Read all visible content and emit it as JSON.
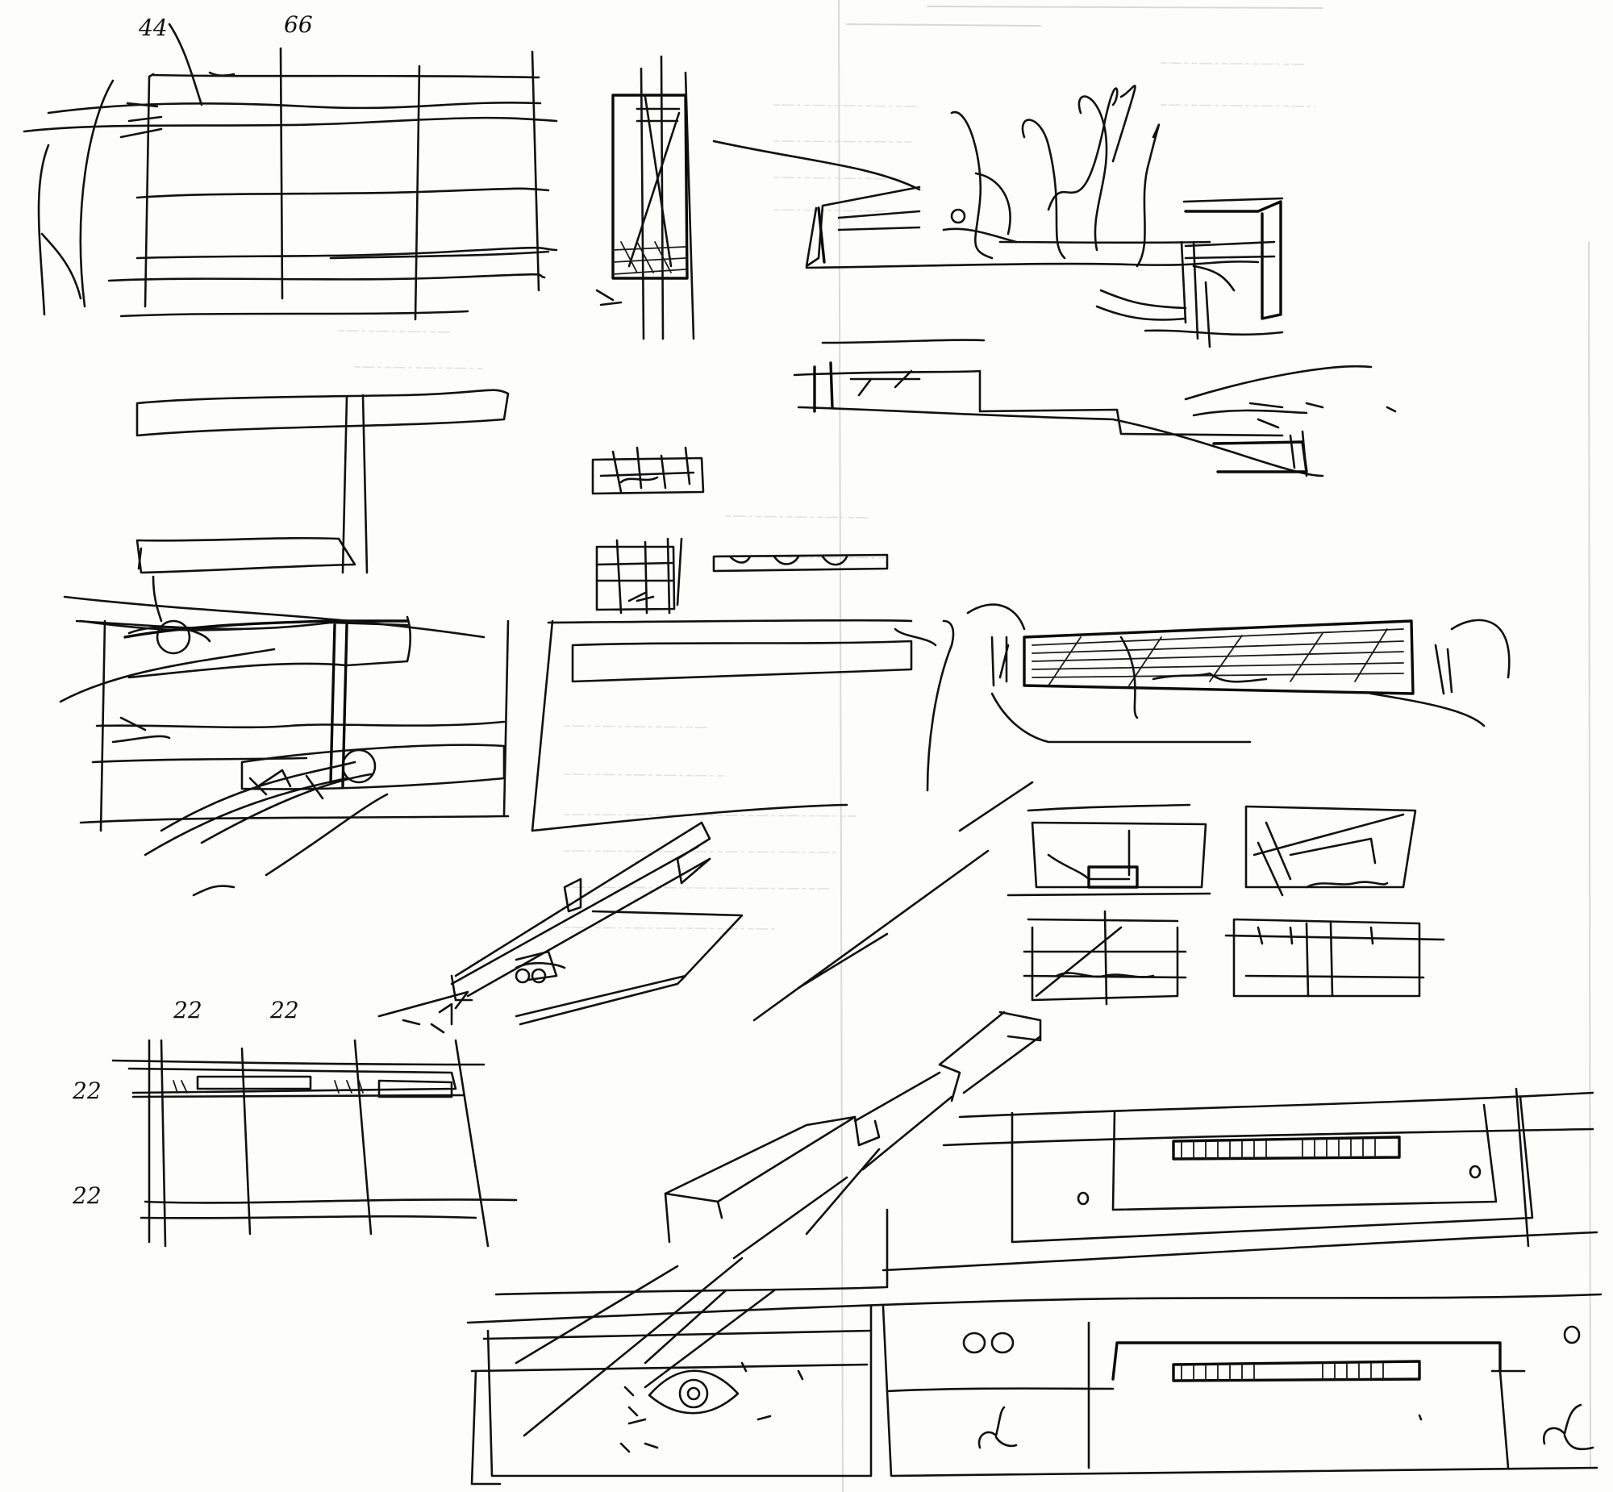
{
  "sheet": {
    "paper_color": "#fdfdfc",
    "ink_color": "#111111"
  },
  "annotations": {
    "top_left_a": "44",
    "top_left_b": "66",
    "grid_top_a": "22",
    "grid_top_b": "22",
    "grid_side_a": "22",
    "grid_side_b": "22"
  }
}
